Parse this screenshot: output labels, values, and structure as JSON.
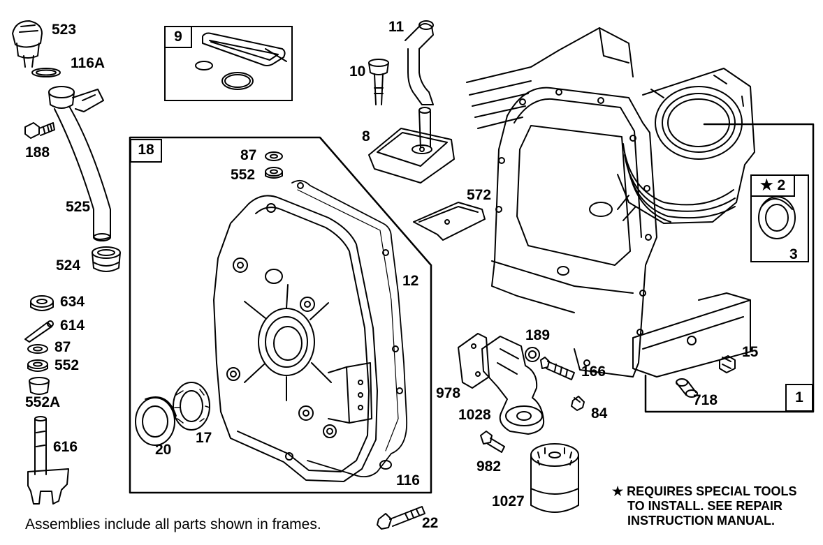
{
  "diagram": {
    "part_labels": {
      "p523": "523",
      "p116A": "116A",
      "p188": "188",
      "p525": "525",
      "p524": "524",
      "p634": "634",
      "p614": "614",
      "p87a": "87",
      "p552a": "552",
      "p552A": "552A",
      "p616": "616",
      "p11": "11",
      "p10": "10",
      "p8": "8",
      "p572": "572",
      "p87b": "87",
      "p552b": "552",
      "p12": "12",
      "p17": "17",
      "p20": "20",
      "p116": "116",
      "p22": "22",
      "p978": "978",
      "p1028": "1028",
      "p982": "982",
      "p1027": "1027",
      "p189": "189",
      "p166": "166",
      "p84": "84",
      "p15": "15",
      "p718": "718",
      "p3": "3"
    },
    "frames": {
      "f9": "9",
      "f18": "18",
      "f1": "1",
      "f2": "★ 2"
    },
    "footnote": "Assemblies include all parts shown in frames.",
    "note_lines": [
      "★ REQUIRES SPECIAL TOOLS",
      "TO INSTALL.  SEE REPAIR",
      "INSTRUCTION MANUAL."
    ]
  }
}
